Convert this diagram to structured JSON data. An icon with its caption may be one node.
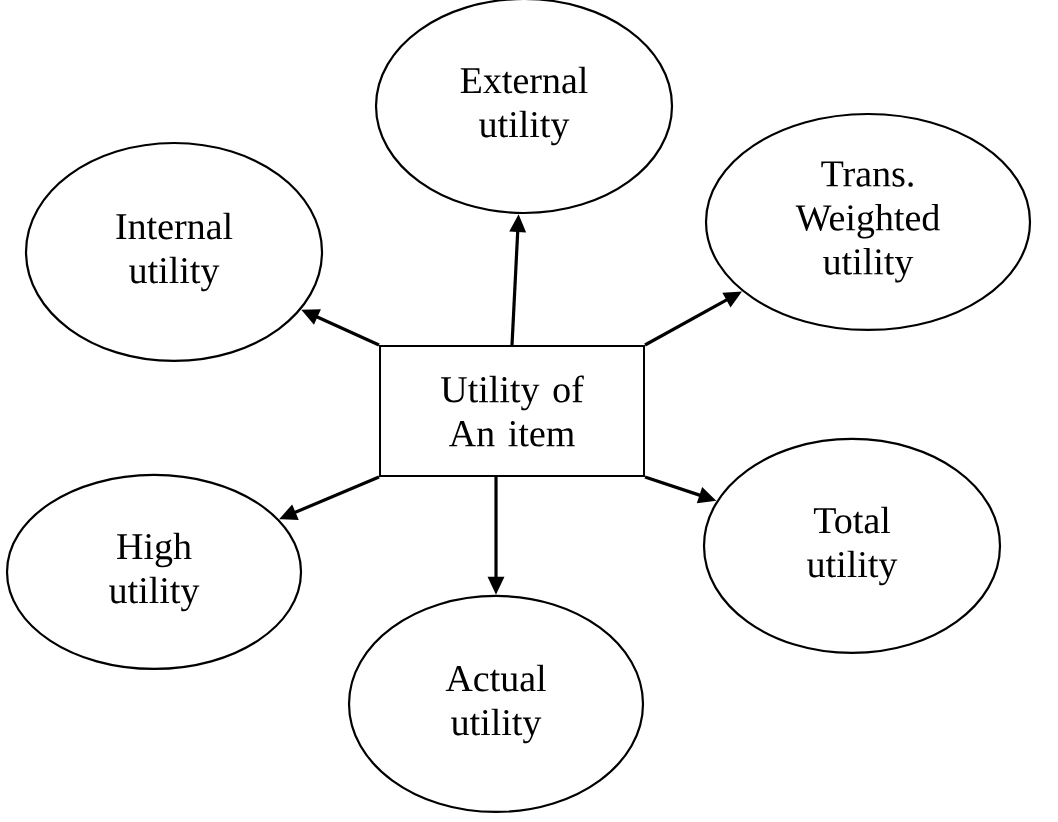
{
  "diagram": {
    "nodes": [
      {
        "text": [
          "External utility"
        ]
      },
      {
        "text": [
          "Internal utility"
        ]
      },
      {
        "text": [
          "Trans. Weighted utility"
        ]
      },
      {
        "text": [
          "Utility of An item"
        ]
      },
      {
        "text": [
          "High utility"
        ]
      },
      {
        "text": [
          "Total utility"
        ]
      },
      {
        "text": [
          "Actual utility"
        ]
      }
    ],
    "edges": [
      {
        "from": 3,
        "to": 0,
        "arrow": "to"
      },
      {
        "from": 3,
        "to": 1,
        "arrow": "to"
      },
      {
        "from": 3,
        "to": 2,
        "arrow": "to"
      },
      {
        "from": 3,
        "to": 4,
        "arrow": "to"
      },
      {
        "from": 3,
        "to": 5,
        "arrow": "to"
      },
      {
        "from": 3,
        "to": 6,
        "arrow": "to"
      }
    ]
  }
}
